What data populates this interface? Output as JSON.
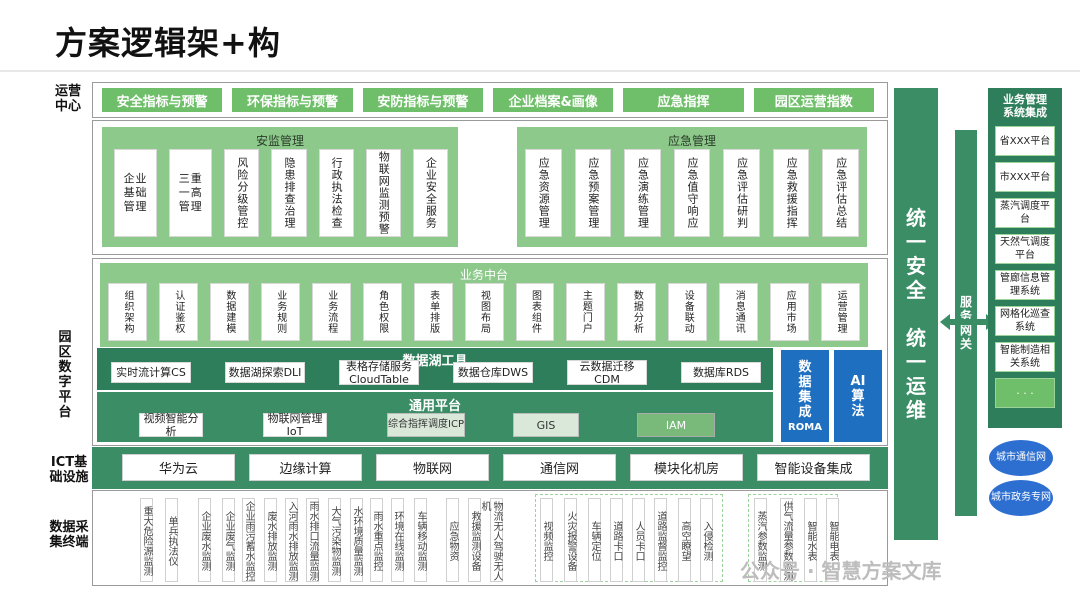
{
  "title": "方案逻辑架+构",
  "labels": {
    "ops_center": "运营\n中心",
    "park_platform": "园\n区\n数\n字\n平\n台",
    "ict": "ICT基\n础设施",
    "terminal": "数据采\n集终端"
  },
  "ops_items": [
    "安全指标与预警",
    "环保指标与预警",
    "安防指标与预警",
    "企业档案&画像",
    "应急指挥",
    "园区运营指数"
  ],
  "safety_mgmt": {
    "title": "安监管理",
    "items": [
      "企业基础管理",
      "三重一高管理",
      "风险分级管控",
      "隐患排查治理",
      "行政执法检查",
      "物联网监测预警",
      "企业安全服务"
    ]
  },
  "emergency_mgmt": {
    "title": "应急管理",
    "items": [
      "应急资源管理",
      "应急预案管理",
      "应急演练管理",
      "应急值守响应",
      "应急评估研判",
      "应急救援指挥",
      "应急评估总结"
    ]
  },
  "biz_middle": {
    "title": "业务中台",
    "items": [
      "组织架构",
      "认证鉴权",
      "数据建模",
      "业务规则",
      "业务流程",
      "角色权限",
      "表单排版",
      "视图布局",
      "图表组件",
      "主题门户",
      "数据分析",
      "设备联动",
      "消息通讯",
      "应用市场",
      "运营管理"
    ]
  },
  "data_lake": {
    "title": "数据湖工具",
    "items": [
      "实时流计算CS",
      "数据湖探索DLI",
      "表格存储服务CloudTable",
      "数据仓库DWS",
      "云数据迁移CDM",
      "数据库RDS"
    ]
  },
  "common_platform": {
    "title": "通用平台",
    "items": [
      "视频智能分析",
      "物联网管理IoT",
      "综合指挥调度ICP",
      "GIS",
      "IAM"
    ]
  },
  "roma": {
    "line1": "数\n据\n集\n成",
    "line2": "ROMA"
  },
  "ai": "AI\n算\n法",
  "ict_items": [
    "华为云",
    "边缘计算",
    "物联网",
    "通信网",
    "模块化机房",
    "智能设备集成"
  ],
  "terminals": [
    "重大危险源监测",
    "单兵执法仪",
    "企业废水监测",
    "企业废气监测",
    "企业雨污蓄水监控",
    "废水排放监测",
    "入河雨水排放监测",
    "雨水排口流量监测",
    "大气污染物监测",
    "水环境质量监测",
    "雨水重点监控",
    "环境在线监测",
    "车辆移动监测",
    "应急物资",
    "救援监测设备",
    "物流无人驾驶无人机",
    "视频监控",
    "火灾报警设备",
    "车辆定位",
    "道路卡口",
    "人员卡口",
    "道路监督监控",
    "高空瞭望",
    "入侵检测",
    "蒸汽参数监测",
    "供气流量参数监测",
    "智能水表",
    "智能电表"
  ],
  "unified": "统\n一\n安\n全\n \n统\n一\n运\n维",
  "gateway": "服\n务\n网\n关",
  "biz_integration": {
    "title": "业务管理\n系统集成",
    "items": [
      "省XXX平台",
      "市XXX平台",
      "蒸汽调度平台",
      "天然气调度平台",
      "管廊信息管理系统",
      "网格化巡查系统",
      "智能制造相关系统"
    ],
    "more": "· · ·"
  },
  "clouds": [
    "城市通信网",
    "城市政务专网"
  ],
  "watermark": "公众号 · 智慧方案文库",
  "colors": {
    "accent": "#6fbf6a",
    "dark": "#2e7d5b",
    "blue": "#1f6fc0"
  }
}
